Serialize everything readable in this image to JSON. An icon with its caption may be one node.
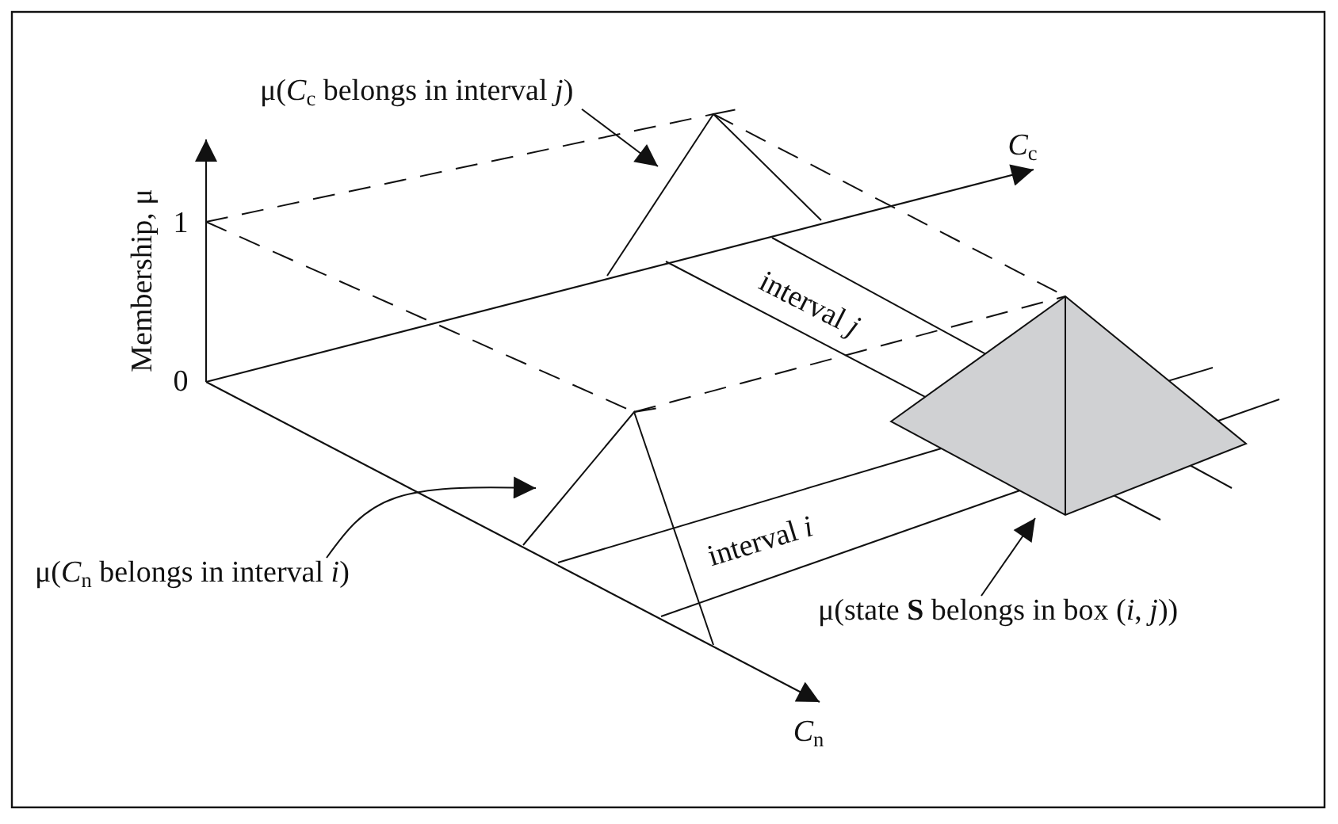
{
  "diagram": {
    "nodes": [
      {
        "text": [
          "μ(*C*$_{c}$ belongs in interval *j*)"
        ]
      },
      {
        "text": [],
        "shape": "triangle"
      },
      {
        "text": [
          "μ(*C*$_{n}$ belongs in interval *i*)"
        ]
      },
      {
        "text": [],
        "shape": "triangle"
      },
      {
        "text": [
          "μ(state **S** belongs in box (*i*, *j*))"
        ]
      },
      {
        "text": [],
        "shape": "pyramid"
      }
    ],
    "edges": [
      {
        "from": 0,
        "to": 1,
        "arrow": "to"
      },
      {
        "from": 2,
        "to": 3,
        "arrow": "to"
      },
      {
        "from": 4,
        "to": 5,
        "arrow": "to"
      }
    ],
    "labels": [
      "Membership, μ",
      "1",
      "0",
      "*C*$_{c}$",
      "*C*$_{n}$",
      "interval *j*",
      "interval *i*"
    ]
  }
}
